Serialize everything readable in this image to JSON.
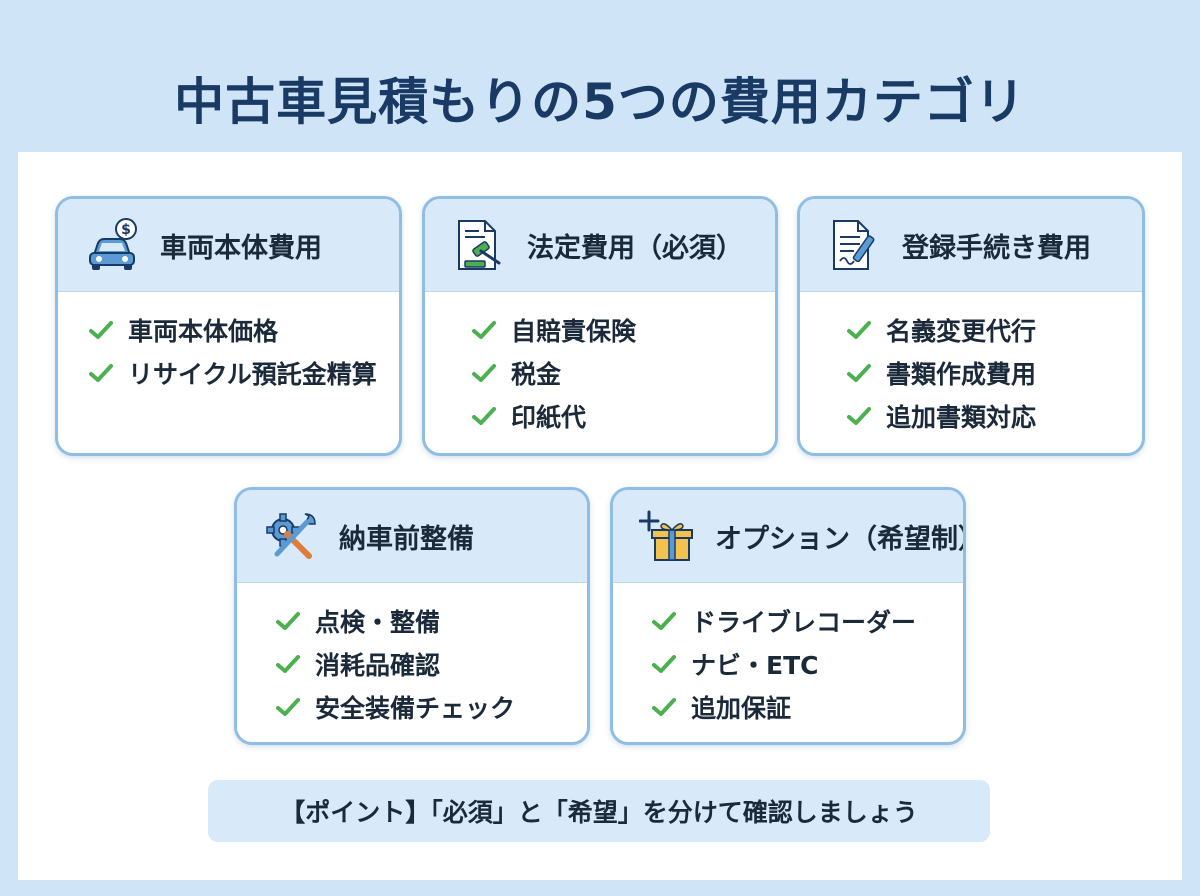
{
  "title": "中古車見積もりの5つの費用カテゴリ",
  "colors": {
    "border": "#8fbde3",
    "header_bg": "#d8eaf9",
    "check": "#4caf50",
    "title": "#1a3a66"
  },
  "cards": [
    {
      "title": "車両本体費用",
      "icon": "car-price-icon",
      "items": [
        "車両本体価格",
        "リサイクル預託金精算"
      ]
    },
    {
      "title": "法定費用（必須）",
      "icon": "gavel-document-icon",
      "items": [
        "自賠責保険",
        "税金",
        "印紙代"
      ]
    },
    {
      "title": "登録手続き費用",
      "icon": "document-pen-icon",
      "items": [
        "名義変更代行",
        "書類作成費用",
        "追加書類対応"
      ]
    },
    {
      "title": "納車前整備",
      "icon": "wrench-gear-icon",
      "items": [
        "点検・整備",
        "消耗品確認",
        "安全装備チェック"
      ]
    },
    {
      "title": "オプション（希望制）",
      "icon": "gift-plus-icon",
      "items": [
        "ドライブレコーダー",
        "ナビ・ETC",
        "追加保証"
      ]
    }
  ],
  "tip": "【ポイント】「必須」と「希望」を分けて確認しましょう"
}
